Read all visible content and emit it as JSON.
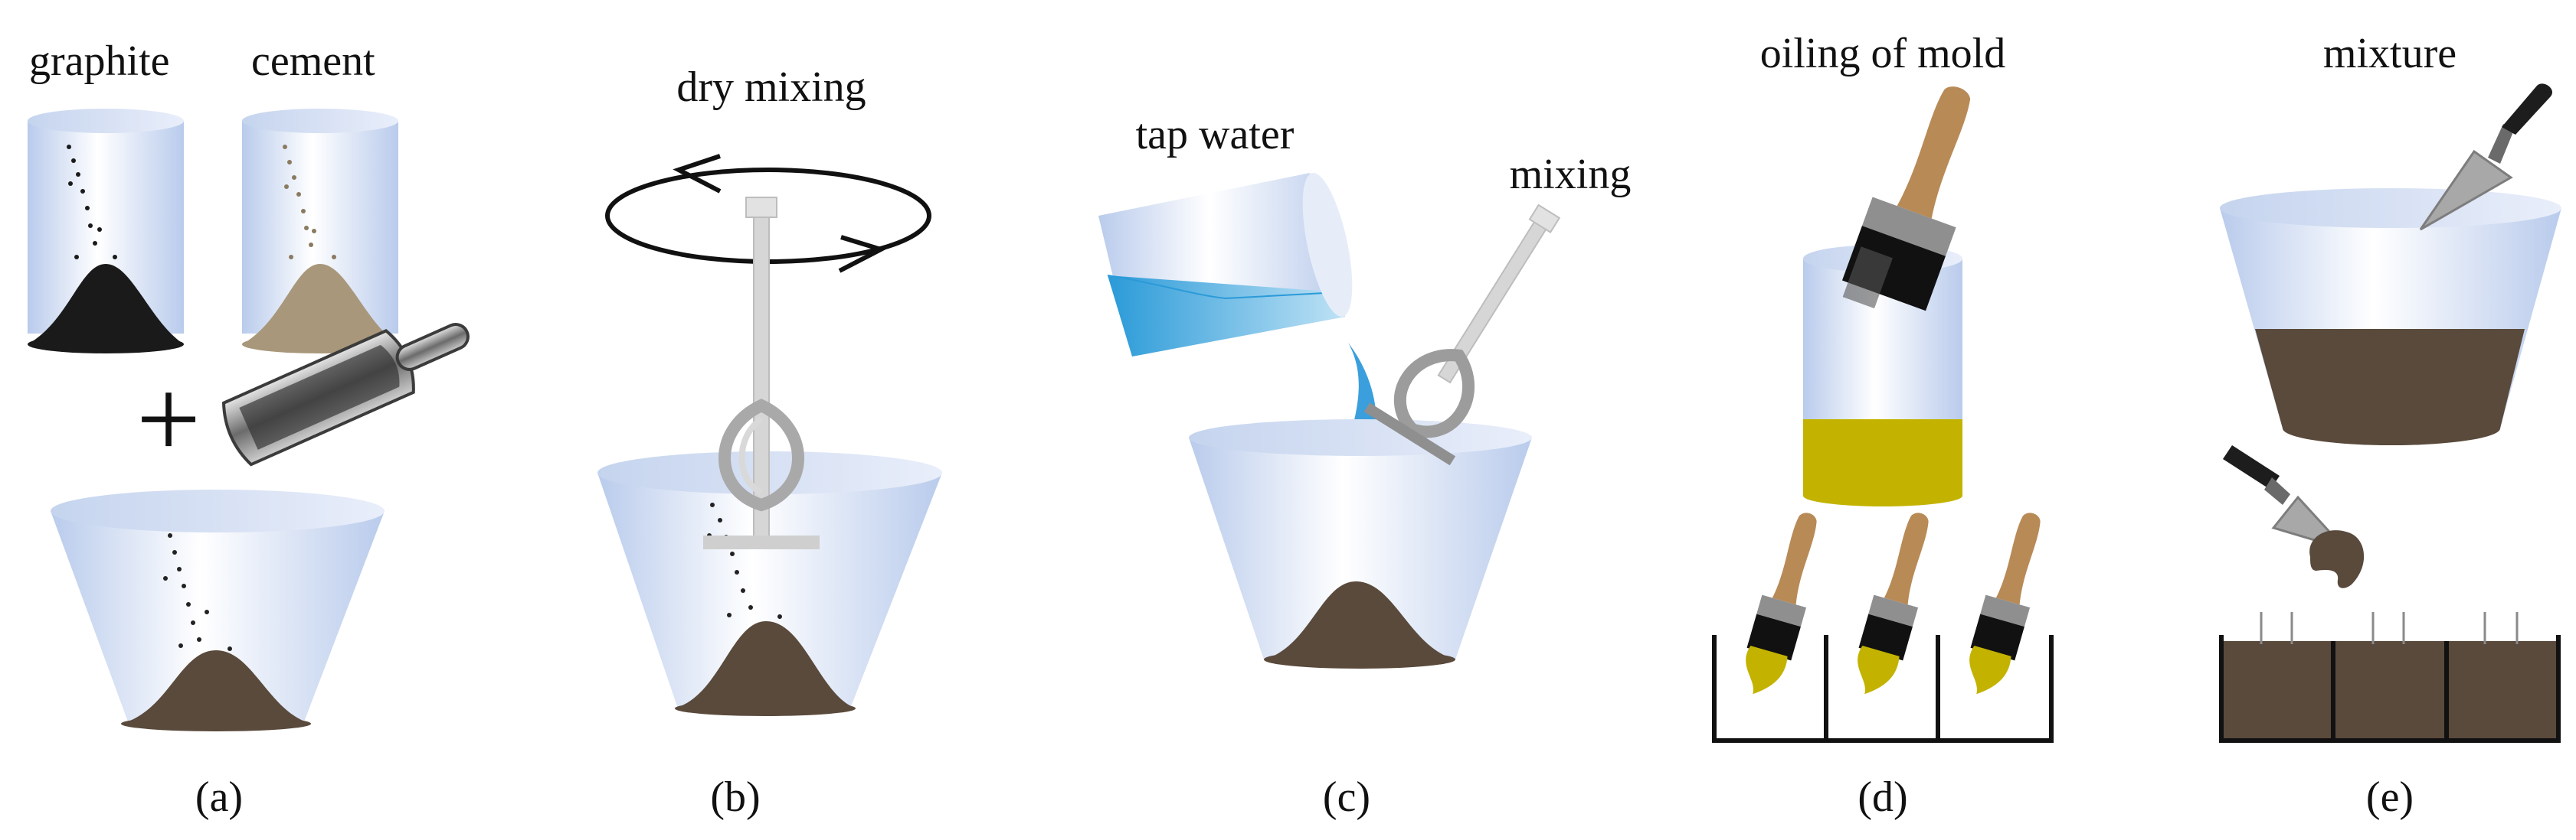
{
  "labels": {
    "graphite": "graphite",
    "cement": "cement",
    "dry_mixing": "dry mixing",
    "tap_water": "tap water",
    "mixing": "mixing",
    "oiling_of_mold": "oiling of mold",
    "mixture": "mixture"
  },
  "symbols": {
    "plus": "+"
  },
  "captions": [
    "(a)",
    "(b)",
    "(c)",
    "(d)",
    "(e)"
  ],
  "colors": {
    "glass": "#cfdcf2",
    "graphite": "#1a1a1a",
    "cement": "#a8977a",
    "mix": "#5a4a3c",
    "water": "#3fa6dd",
    "oil": "#c3b300",
    "handle": "#b88a56",
    "ferrule": "#8f8f8f",
    "bristle": "#111111",
    "trowel": "#a8a8a8",
    "line": "#111111"
  }
}
